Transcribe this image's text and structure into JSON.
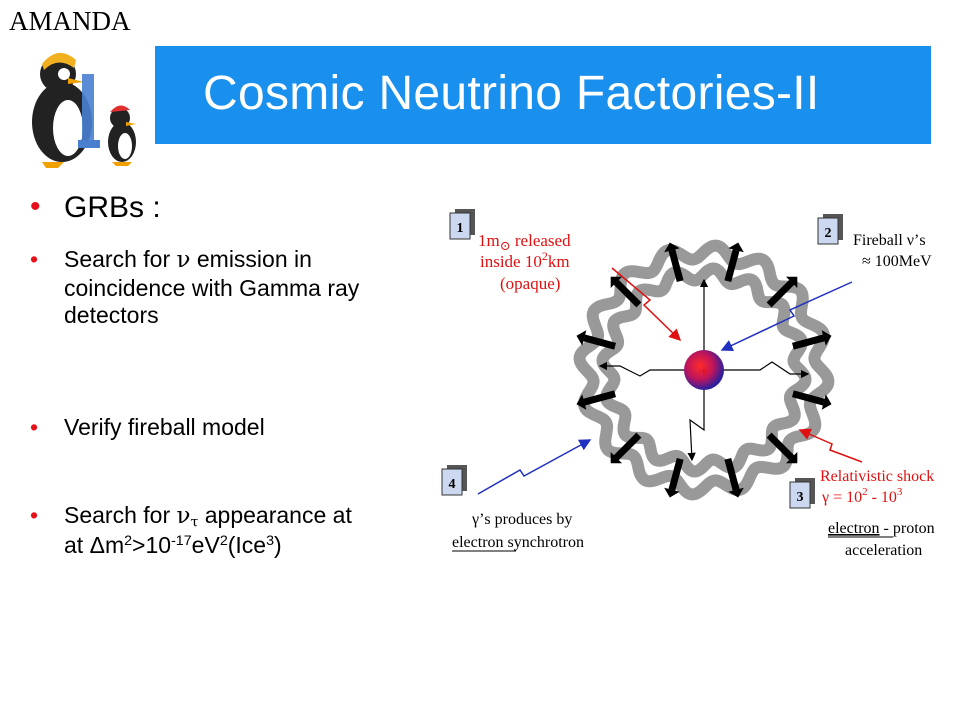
{
  "logo": {
    "text": "AMANDA"
  },
  "title": "Cosmic Neutrino Factories-II",
  "bullets": [
    {
      "text": "GRBs :"
    },
    {
      "pre": "Search for ",
      "nu": "ν",
      "post": " emission in coincidence with Gamma ray detectors"
    },
    {
      "text": "Verify fireball model"
    },
    {
      "pre": "Search for ",
      "nu": "ν",
      "nu_sub": "τ",
      "post": " appearance at ",
      "delta": "Δm",
      "two_a": "2",
      "gt": ">10",
      "exp": "-17",
      "ev": "eV",
      "two_b": "2",
      "ice_open": "(Ice",
      "three": "3",
      "close": ")"
    }
  ],
  "diagram": {
    "box1": "1",
    "box2": "2",
    "box3": "3",
    "box4": "4",
    "label1": {
      "l1_a": "1m",
      "l1_sun": "⊙",
      "l1_b": " released",
      "l2_a": "inside 10",
      "l2_sup": "2",
      "l2_b": "km",
      "l3": "(opaque)"
    },
    "label2": {
      "l1": "Fireball  ν’s",
      "l2": "≈ 100MeV"
    },
    "label3": {
      "l1": "Relativistic shock",
      "l2_a": "γ = 10",
      "l2_sup1": "2",
      "l2_b": " - 10",
      "l2_sup2": "3",
      "l3_a": "electron",
      "l3_b": " - proton",
      "l4": "acceleration"
    },
    "label4": {
      "l1": "γ’s produces by",
      "l2_a": "electron",
      "l2_b": " synchrotron"
    },
    "center_mark": "+"
  }
}
